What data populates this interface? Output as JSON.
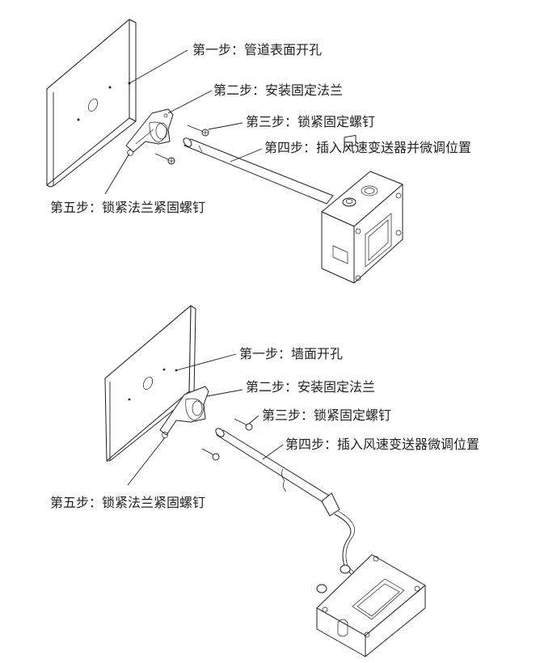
{
  "diagrams": [
    {
      "name": "duct-installation",
      "steps": [
        {
          "label": "第一步：管道表面开孔"
        },
        {
          "label": "第二步：安装固定法兰"
        },
        {
          "label": "第三步：锁紧固定螺钉"
        },
        {
          "label": "第四步：插入风速变送器并微调位置"
        },
        {
          "label": "第五步：锁紧法兰紧固螺钉"
        }
      ]
    },
    {
      "name": "wall-installation",
      "steps": [
        {
          "label": "第一步：墙面开孔"
        },
        {
          "label": "第二步：安装固定法兰"
        },
        {
          "label": "第三步：锁紧固定螺钉"
        },
        {
          "label": "第四步：插入风速变送器微调位置"
        },
        {
          "label": "第五步：锁紧法兰紧固螺钉"
        }
      ]
    }
  ]
}
